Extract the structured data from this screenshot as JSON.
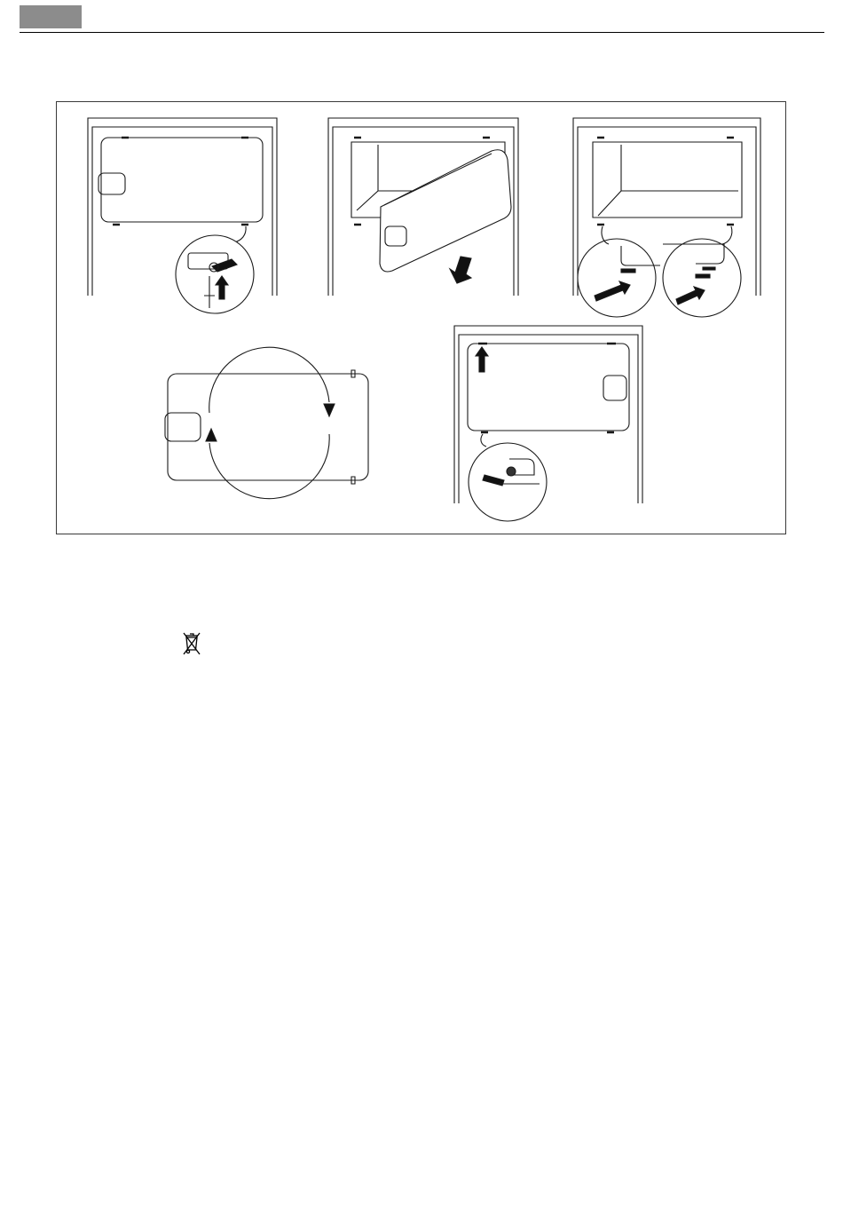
{
  "header": {
    "accent_color": "#8c8c8c",
    "rule_color": "#000000"
  },
  "figure": {
    "steps": [
      "remove-door-hinge-pin",
      "lift-door-off",
      "swap-hinge-pins",
      "rotate-door-180",
      "refit-door"
    ],
    "icons": [
      "screwdriver-icon",
      "arrow-icon",
      "rotate-icon"
    ]
  },
  "disposal": {
    "icon": "crossed-out-wheelie-bin-icon"
  }
}
